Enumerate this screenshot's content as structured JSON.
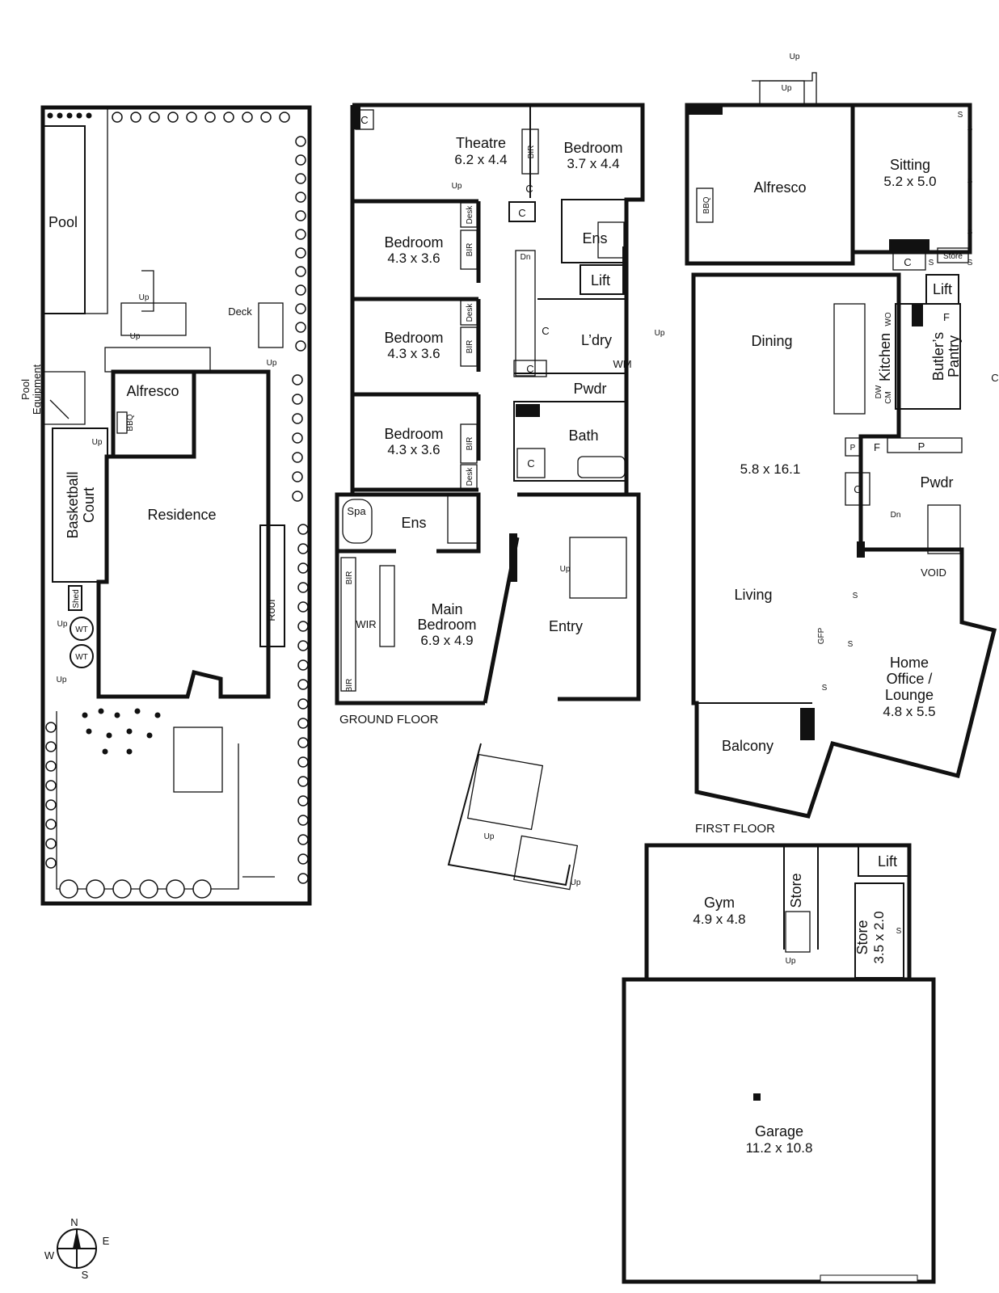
{
  "colors": {
    "wall": "#111111",
    "background": "#ffffff"
  },
  "floors": {
    "ground": "GROUND FLOOR",
    "first": "FIRST FLOOR"
  },
  "site": {
    "pool": "Pool",
    "pool_equipment_1": "Pool",
    "pool_equipment_2": "Equipment",
    "deck": "Deck",
    "alfresco": "Alfresco",
    "bbq": "BBQ",
    "basketball_1": "Basketball",
    "basketball_2": "Court",
    "residence": "Residence",
    "roof": "Roof",
    "shed": "Shed",
    "wt": "WT",
    "up": "Up"
  },
  "ground": {
    "theatre": {
      "name": "Theatre",
      "dim": "6.2 x 4.4"
    },
    "bedroom_top": {
      "name": "Bedroom",
      "dim": "3.7 x 4.4"
    },
    "bedroom_1": {
      "name": "Bedroom",
      "dim": "4.3 x 3.6"
    },
    "bedroom_2": {
      "name": "Bedroom",
      "dim": "4.3 x 3.6"
    },
    "bedroom_3": {
      "name": "Bedroom",
      "dim": "4.3 x 3.6"
    },
    "main_bedroom": {
      "name_1": "Main",
      "name_2": "Bedroom",
      "dim": "6.9 x 4.9"
    },
    "ens": "Ens",
    "ens_main": "Ens",
    "spa": "Spa",
    "lift": "Lift",
    "laundry": "L’dry",
    "wm": "WM",
    "pwdr": "Pwdr",
    "bath": "Bath",
    "entry": "Entry",
    "wir": "WIR",
    "bir": "BIR",
    "desk": "Desk",
    "c": "C",
    "dn": "Dn",
    "up": "Up"
  },
  "first": {
    "alfresco": "Alfresco",
    "bbq": "BBQ",
    "sitting": {
      "name": "Sitting",
      "dim": "5.2 x 5.0"
    },
    "store": "Store",
    "lift": "Lift",
    "dining": "Dining",
    "living_dim": "5.8 x 16.1",
    "living": "Living",
    "kitchen": "Kitchen",
    "butlers_1": "Butler’s",
    "butlers_2": "Pantry",
    "wo": "WO",
    "dw": "DW",
    "cm": "CM",
    "f": "F",
    "p": "P",
    "c": "C",
    "s": "S",
    "pwdr": "Pwdr",
    "void": "VOID",
    "gfp": "GFP",
    "home_office": {
      "name_1": "Home",
      "name_2": "Office /",
      "name_3": "Lounge",
      "dim": "4.8 x 5.5"
    },
    "balcony": "Balcony",
    "dn": "Dn",
    "up": "Up"
  },
  "lower": {
    "gym": {
      "name": "Gym",
      "dim": "4.9 x 4.8"
    },
    "store_1": "Store",
    "store_2": {
      "name": "Store",
      "dim": "3.5 x 2.0"
    },
    "lift": "Lift",
    "s": "S",
    "up": "Up",
    "garage": {
      "name": "Garage",
      "dim": "11.2 x 10.8"
    }
  },
  "compass": {
    "n": "N",
    "s": "S",
    "e": "E",
    "w": "W"
  }
}
